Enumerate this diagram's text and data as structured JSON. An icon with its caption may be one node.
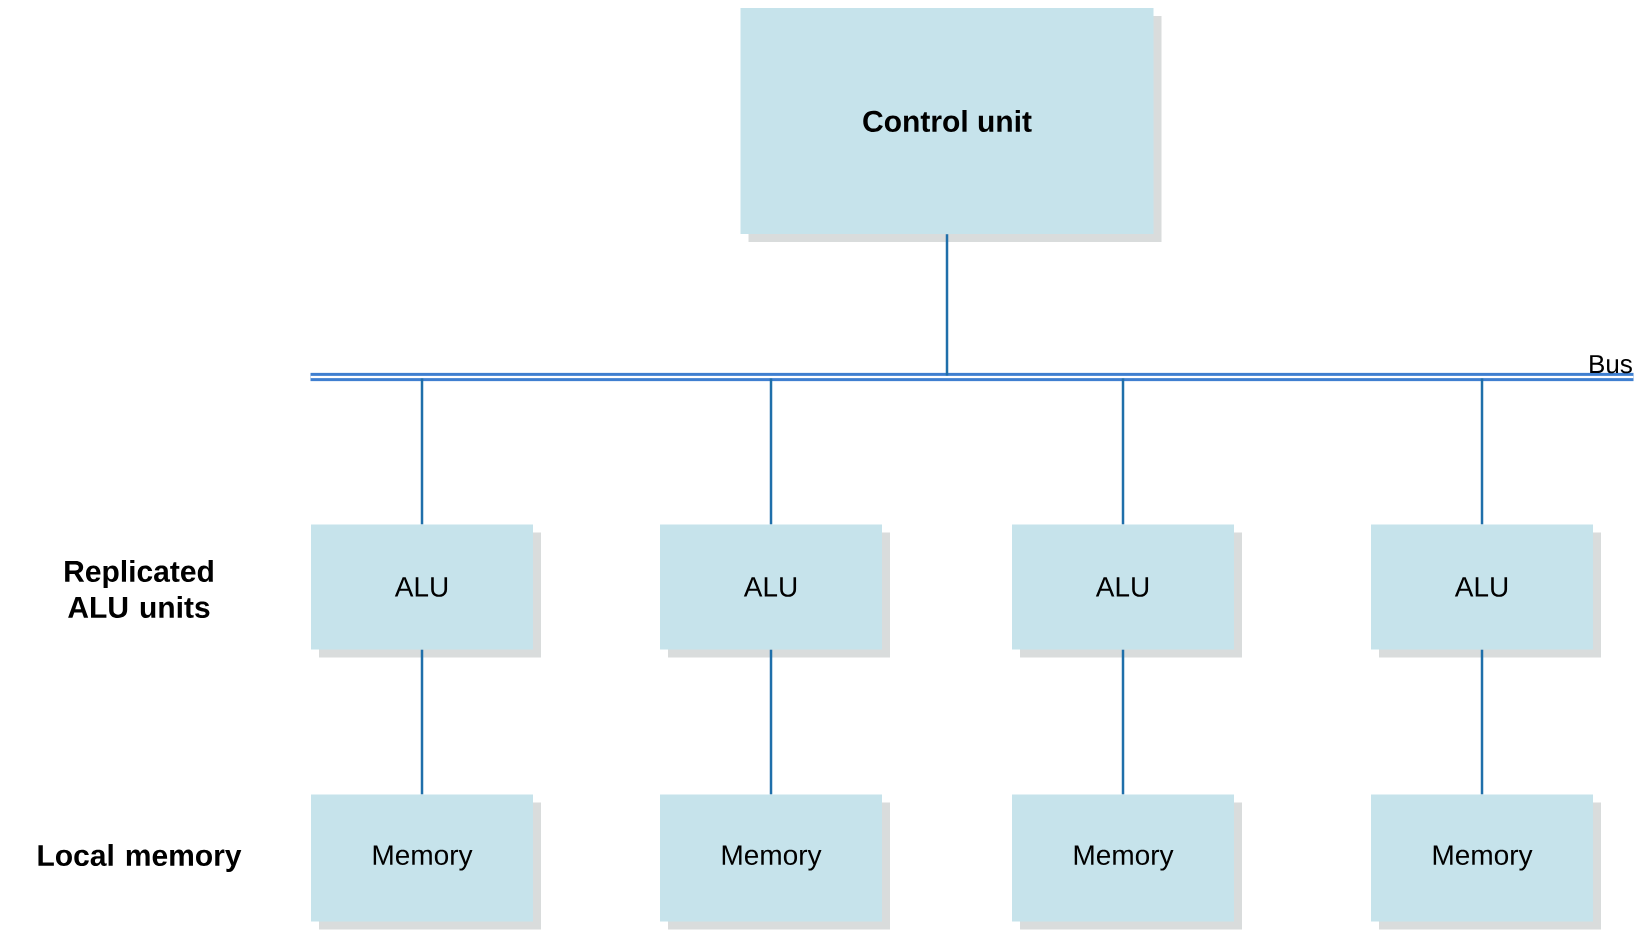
{
  "diagram": {
    "nodes": [
      {
        "text": [
          "Control unit"
        ]
      },
      {
        "text": [
          "Bus"
        ]
      },
      {
        "text": [
          "ALU"
        ]
      },
      {
        "text": [
          "ALU"
        ]
      },
      {
        "text": [
          "ALU"
        ]
      },
      {
        "text": [
          "ALU"
        ]
      },
      {
        "text": [
          "Memory"
        ]
      },
      {
        "text": [
          "Memory"
        ]
      },
      {
        "text": [
          "Memory"
        ]
      },
      {
        "text": [
          "Memory"
        ]
      }
    ],
    "edges": [
      {
        "from": 0,
        "to": 1,
        "arrow": "none"
      },
      {
        "from": 1,
        "to": 2,
        "arrow": "none"
      },
      {
        "from": 1,
        "to": 3,
        "arrow": "none"
      },
      {
        "from": 1,
        "to": 4,
        "arrow": "none"
      },
      {
        "from": 1,
        "to": 5,
        "arrow": "none"
      },
      {
        "from": 2,
        "to": 6,
        "arrow": "none"
      },
      {
        "from": 3,
        "to": 7,
        "arrow": "none"
      },
      {
        "from": 4,
        "to": 8,
        "arrow": "none"
      },
      {
        "from": 5,
        "to": 9,
        "arrow": "none"
      }
    ],
    "labels": [
      "Replicated ALU units",
      "Local memory"
    ]
  }
}
